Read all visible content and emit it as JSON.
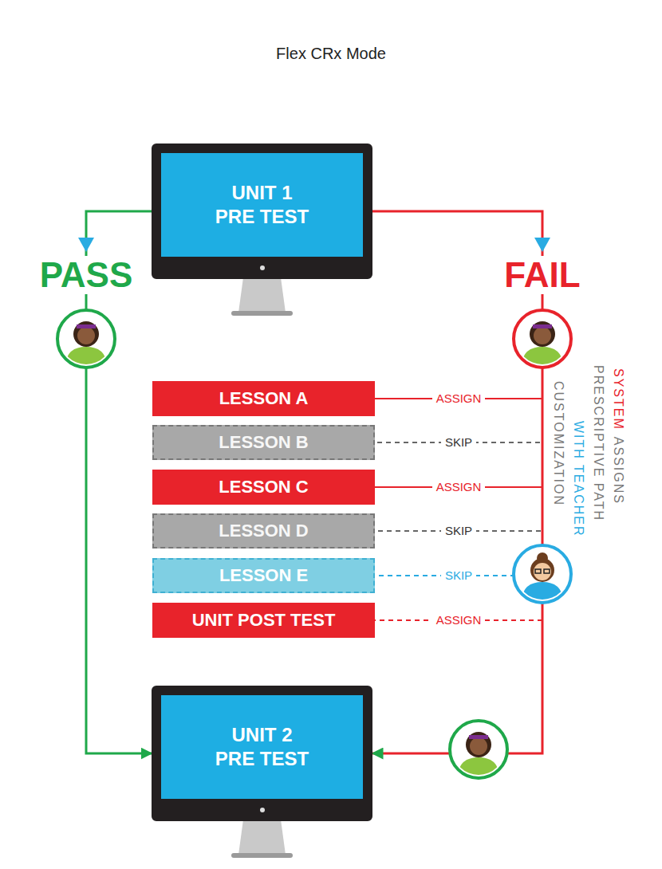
{
  "diagram": {
    "title": "Flex CRx Mode",
    "nodes": [
      {
        "text": [
          "UNIT 1 PRE TEST"
        ]
      },
      {
        "text": [
          "LESSON A"
        ]
      },
      {
        "text": [
          "LESSON B"
        ]
      },
      {
        "text": [
          "LESSON C"
        ]
      },
      {
        "text": [
          "LESSON D"
        ]
      },
      {
        "text": [
          "LESSON E"
        ]
      },
      {
        "text": [
          "UNIT POST TEST"
        ]
      },
      {
        "text": [
          "UNIT 2 PRE TEST"
        ]
      }
    ],
    "edges": [
      {
        "from": 0,
        "to": 7,
        "arrow": "to",
        "label": "PASS"
      },
      {
        "from": 0,
        "to": 7,
        "arrow": "to",
        "label": "FAIL"
      },
      {
        "from": 0,
        "to": 1,
        "arrow": "none",
        "label": "ASSIGN"
      },
      {
        "from": 0,
        "to": 2,
        "arrow": "none",
        "label": "SKIP"
      },
      {
        "from": 0,
        "to": 3,
        "arrow": "none",
        "label": "ASSIGN"
      },
      {
        "from": 0,
        "to": 4,
        "arrow": "none",
        "label": "SKIP"
      },
      {
        "from": 0,
        "to": 5,
        "arrow": "none",
        "label": "SKIP"
      },
      {
        "from": 0,
        "to": 6,
        "arrow": "none",
        "label": "ASSIGN"
      }
    ],
    "labels": [
      "SYSTEM",
      "ASSIGNS",
      "PRESCRIPTIVE PATH",
      "WITH TEACHER",
      "CUSTOMIZATION"
    ]
  }
}
